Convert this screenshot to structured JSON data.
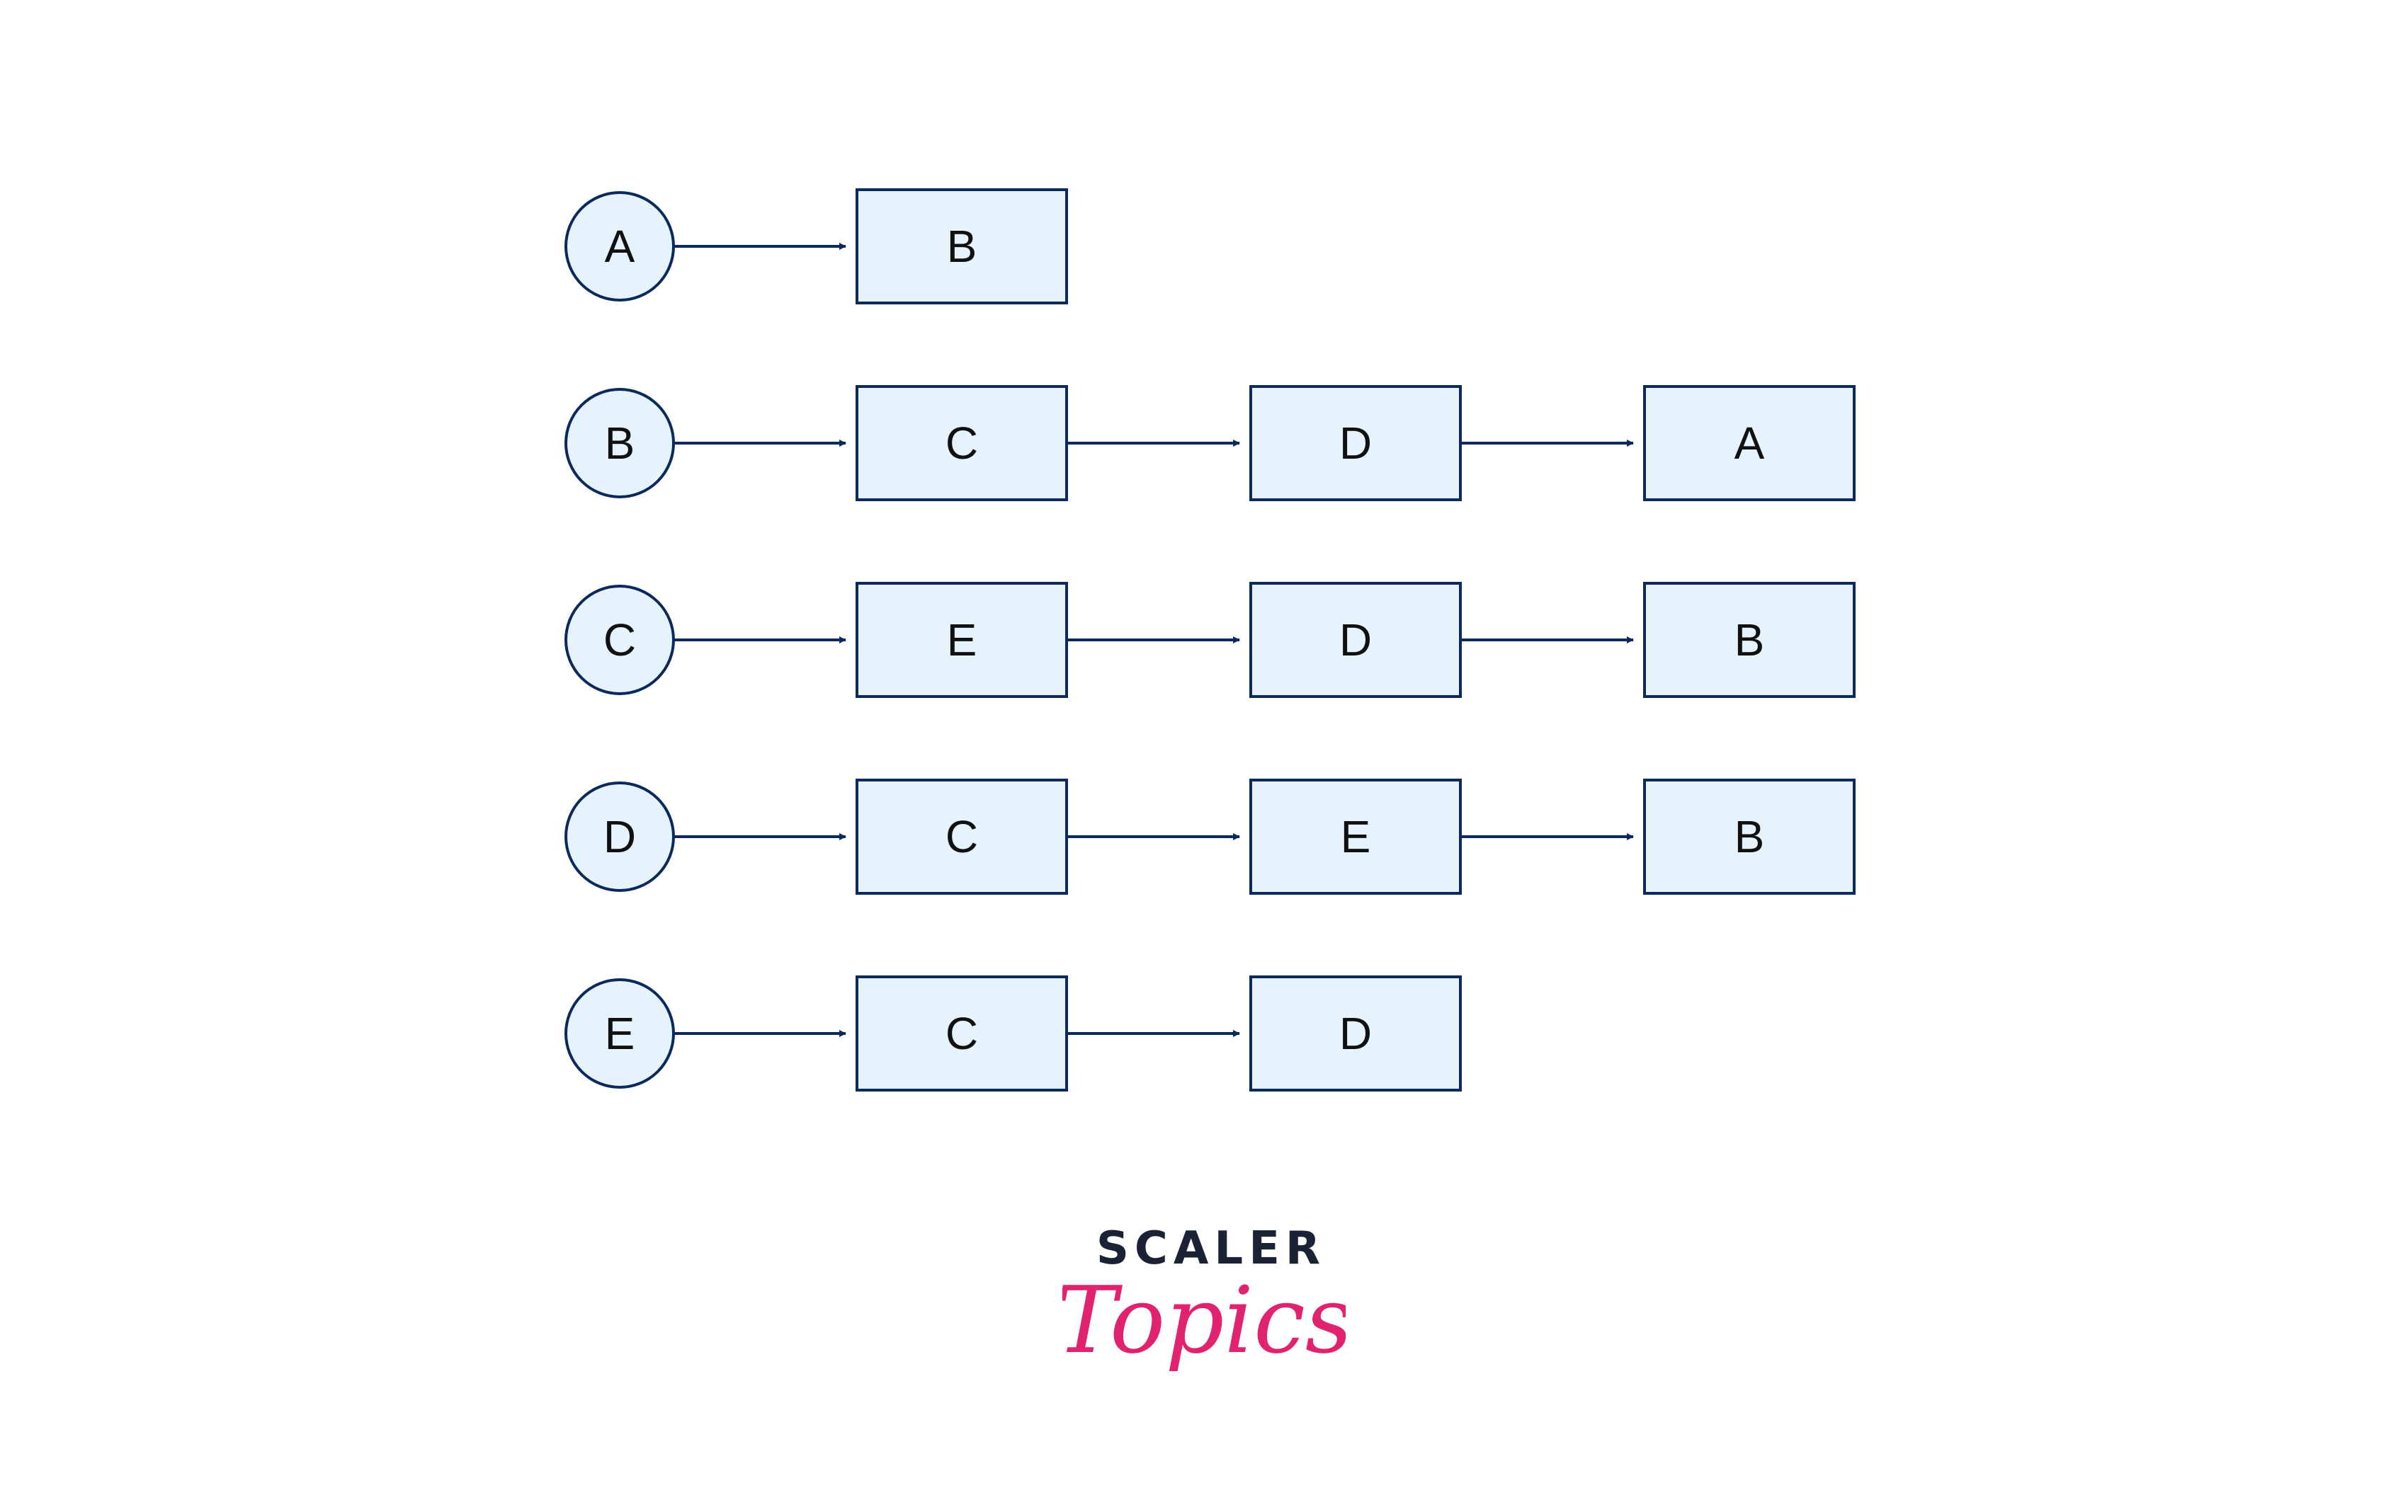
{
  "diagram": {
    "colors": {
      "stroke": "#0b2a5b",
      "fill": "#e6f3fc",
      "arrow": "#0b2a5b",
      "text": "#111111"
    },
    "rows": [
      {
        "head": "A",
        "nodes": [
          "B"
        ]
      },
      {
        "head": "B",
        "nodes": [
          "C",
          "D",
          "A"
        ]
      },
      {
        "head": "C",
        "nodes": [
          "E",
          "D",
          "B"
        ]
      },
      {
        "head": "D",
        "nodes": [
          "C",
          "E",
          "B"
        ]
      },
      {
        "head": "E",
        "nodes": [
          "C",
          "D"
        ]
      }
    ]
  },
  "logo": {
    "word": "SCALER",
    "script": "Topics",
    "word_color": "#1b2236",
    "script_color": "#e0226f"
  }
}
